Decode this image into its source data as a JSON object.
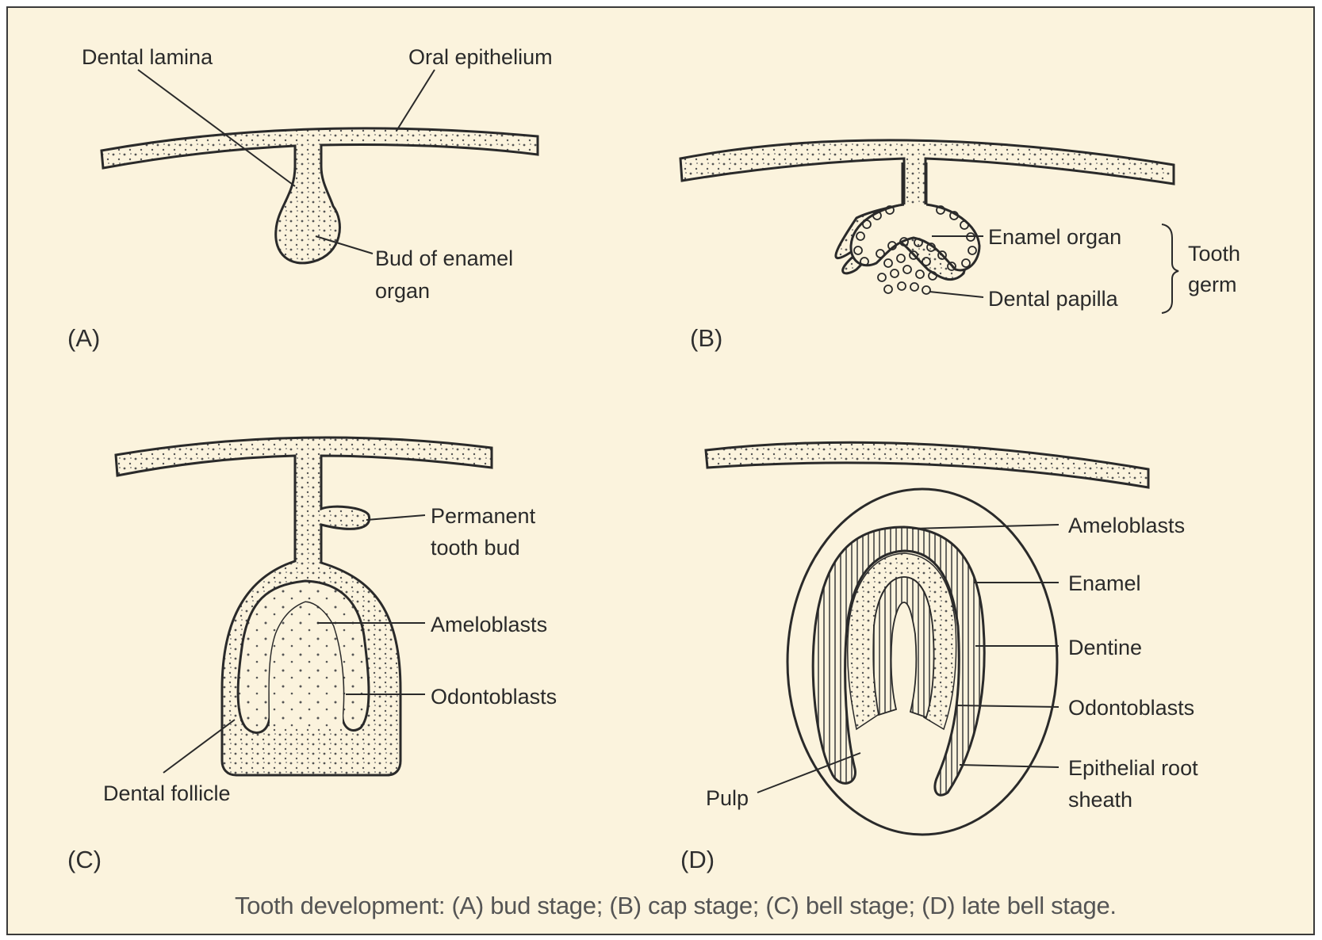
{
  "panels": {
    "A": {
      "tag": "(A)",
      "dental_lamina": "Dental lamina",
      "oral_epithelium": "Oral epithelium",
      "bud_line1": "Bud of enamel",
      "bud_line2": "organ"
    },
    "B": {
      "tag": "(B)",
      "enamel_organ": "Enamel organ",
      "dental_papilla": "Dental papilla",
      "tooth_germ_line1": "Tooth",
      "tooth_germ_line2": "germ"
    },
    "C": {
      "tag": "(C)",
      "permanent_line1": "Permanent",
      "permanent_line2": "tooth bud",
      "ameloblasts": "Ameloblasts",
      "odontoblasts": "Odontoblasts",
      "dental_follicle": "Dental follicle"
    },
    "D": {
      "tag": "(D)",
      "ameloblasts": "Ameloblasts",
      "enamel": "Enamel",
      "dentine": "Dentine",
      "odontoblasts": "Odontoblasts",
      "root_line1": "Epithelial root",
      "root_line2": "sheath",
      "pulp": "Pulp"
    }
  },
  "caption": "Tooth development: (A) bud stage; (B) cap stage; (C) bell stage; (D) late bell stage.",
  "colors": {
    "background": "#fbf3dd",
    "ink": "#2a2a2a",
    "caption": "#555555"
  }
}
